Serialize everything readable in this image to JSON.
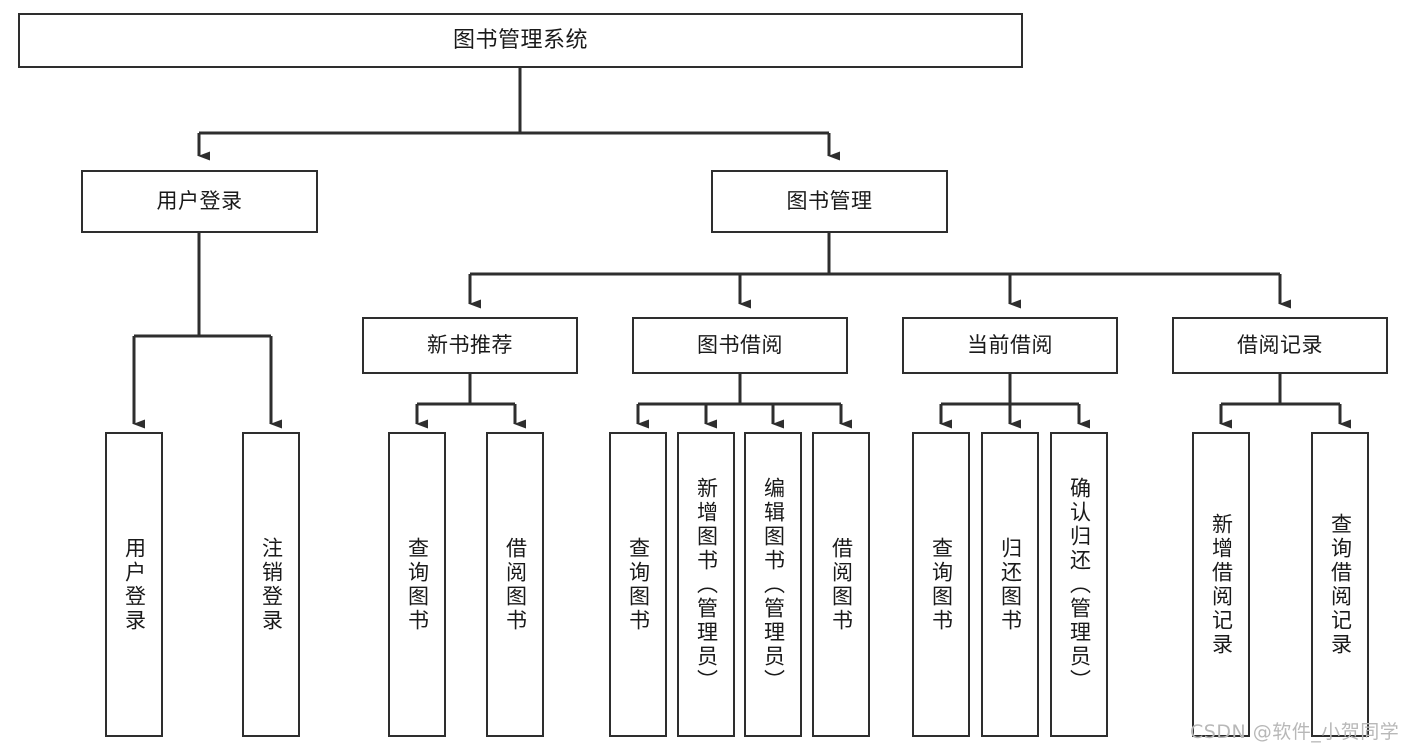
{
  "diagram": {
    "type": "hierarchy-tree",
    "title": "图书管理系统",
    "levels": 4,
    "root": {
      "id": "root",
      "label": "图书管理系统"
    },
    "level2": [
      {
        "id": "user-login",
        "label": "用户登录"
      },
      {
        "id": "book-management",
        "label": "图书管理"
      }
    ],
    "level3": [
      {
        "id": "new-book-recommend",
        "label": "新书推荐",
        "parent": "book-management"
      },
      {
        "id": "book-borrow",
        "label": "图书借阅",
        "parent": "book-management"
      },
      {
        "id": "current-borrow",
        "label": "当前借阅",
        "parent": "book-management"
      },
      {
        "id": "borrow-record",
        "label": "借阅记录",
        "parent": "book-management"
      }
    ],
    "leaves": {
      "user-login": [
        {
          "id": "leaf-user-login",
          "label": "用户登录"
        },
        {
          "id": "leaf-user-logout",
          "label": "注销登录"
        }
      ],
      "new-book-recommend": [
        {
          "id": "leaf-query-book-1",
          "label": "查询图书"
        },
        {
          "id": "leaf-borrow-book-1",
          "label": "借阅图书"
        }
      ],
      "book-borrow": [
        {
          "id": "leaf-query-book-2",
          "label": "查询图书"
        },
        {
          "id": "leaf-add-book",
          "label": "新增图书（管理员）"
        },
        {
          "id": "leaf-edit-book",
          "label": "编辑图书（管理员）"
        },
        {
          "id": "leaf-borrow-book-2",
          "label": "借阅图书"
        }
      ],
      "current-borrow": [
        {
          "id": "leaf-query-book-3",
          "label": "查询图书"
        },
        {
          "id": "leaf-return-book",
          "label": "归还图书"
        },
        {
          "id": "leaf-confirm-return",
          "label": "确认归还（管理员）"
        }
      ],
      "borrow-record": [
        {
          "id": "leaf-add-record",
          "label": "新增借阅记录"
        },
        {
          "id": "leaf-query-record",
          "label": "查询借阅记录"
        }
      ]
    }
  },
  "watermark": {
    "text": "CSDN @软件_小贺同学"
  },
  "colors": {
    "box_border": "#2e2e2e",
    "box_fill": "#ffffff",
    "connector": "#2e2e2e",
    "text": "#1a1a1a",
    "watermark": "#b8b8b8",
    "background": "#ffffff"
  }
}
